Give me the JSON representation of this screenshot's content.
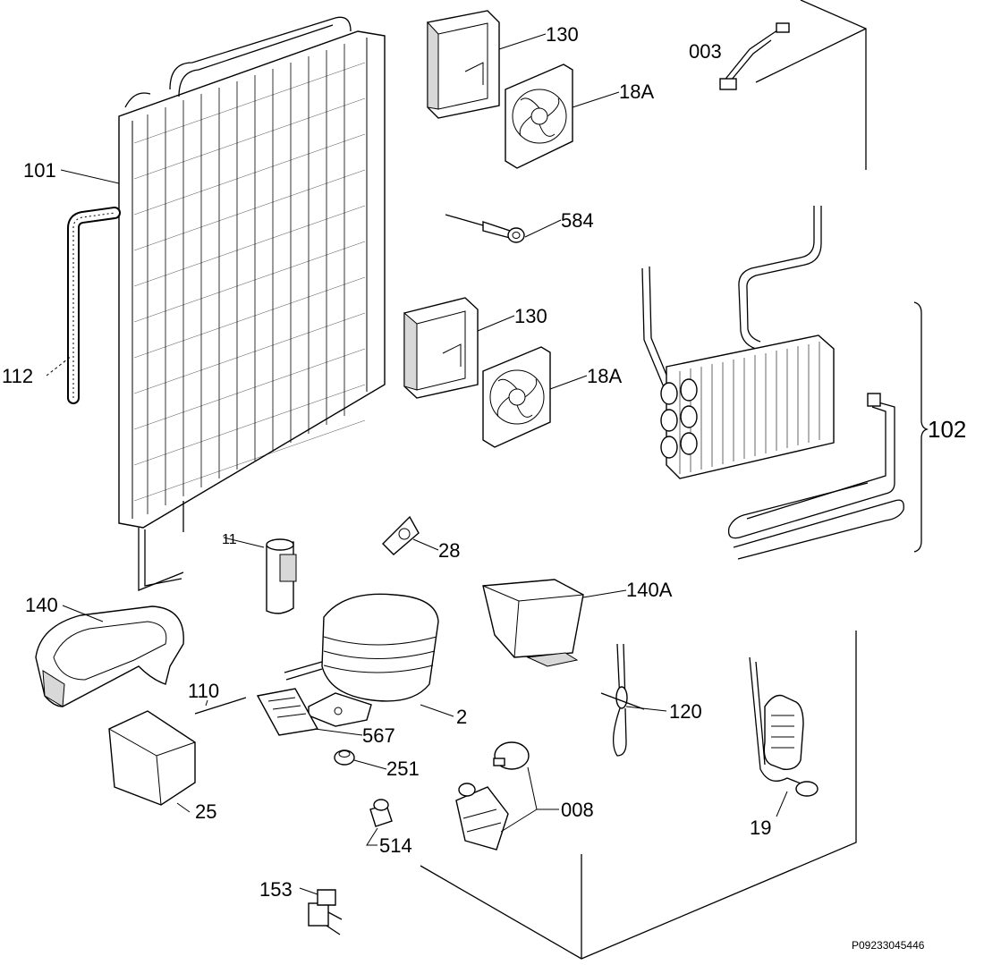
{
  "labels": {
    "l003": "003",
    "l130a": "130",
    "l18a1": "18A",
    "l101": "101",
    "l584": "584",
    "l112": "112",
    "l130b": "130",
    "l18a2": "18A",
    "l102": "102",
    "l11": "11",
    "l28": "28",
    "l140": "140",
    "l140a": "140A",
    "l110": "110",
    "l2": "2",
    "l120": "120",
    "l567": "567",
    "l251": "251",
    "l25": "25",
    "l008": "008",
    "l19": "19",
    "l514": "514",
    "l153": "153"
  },
  "drawing_code": "P09233045446"
}
